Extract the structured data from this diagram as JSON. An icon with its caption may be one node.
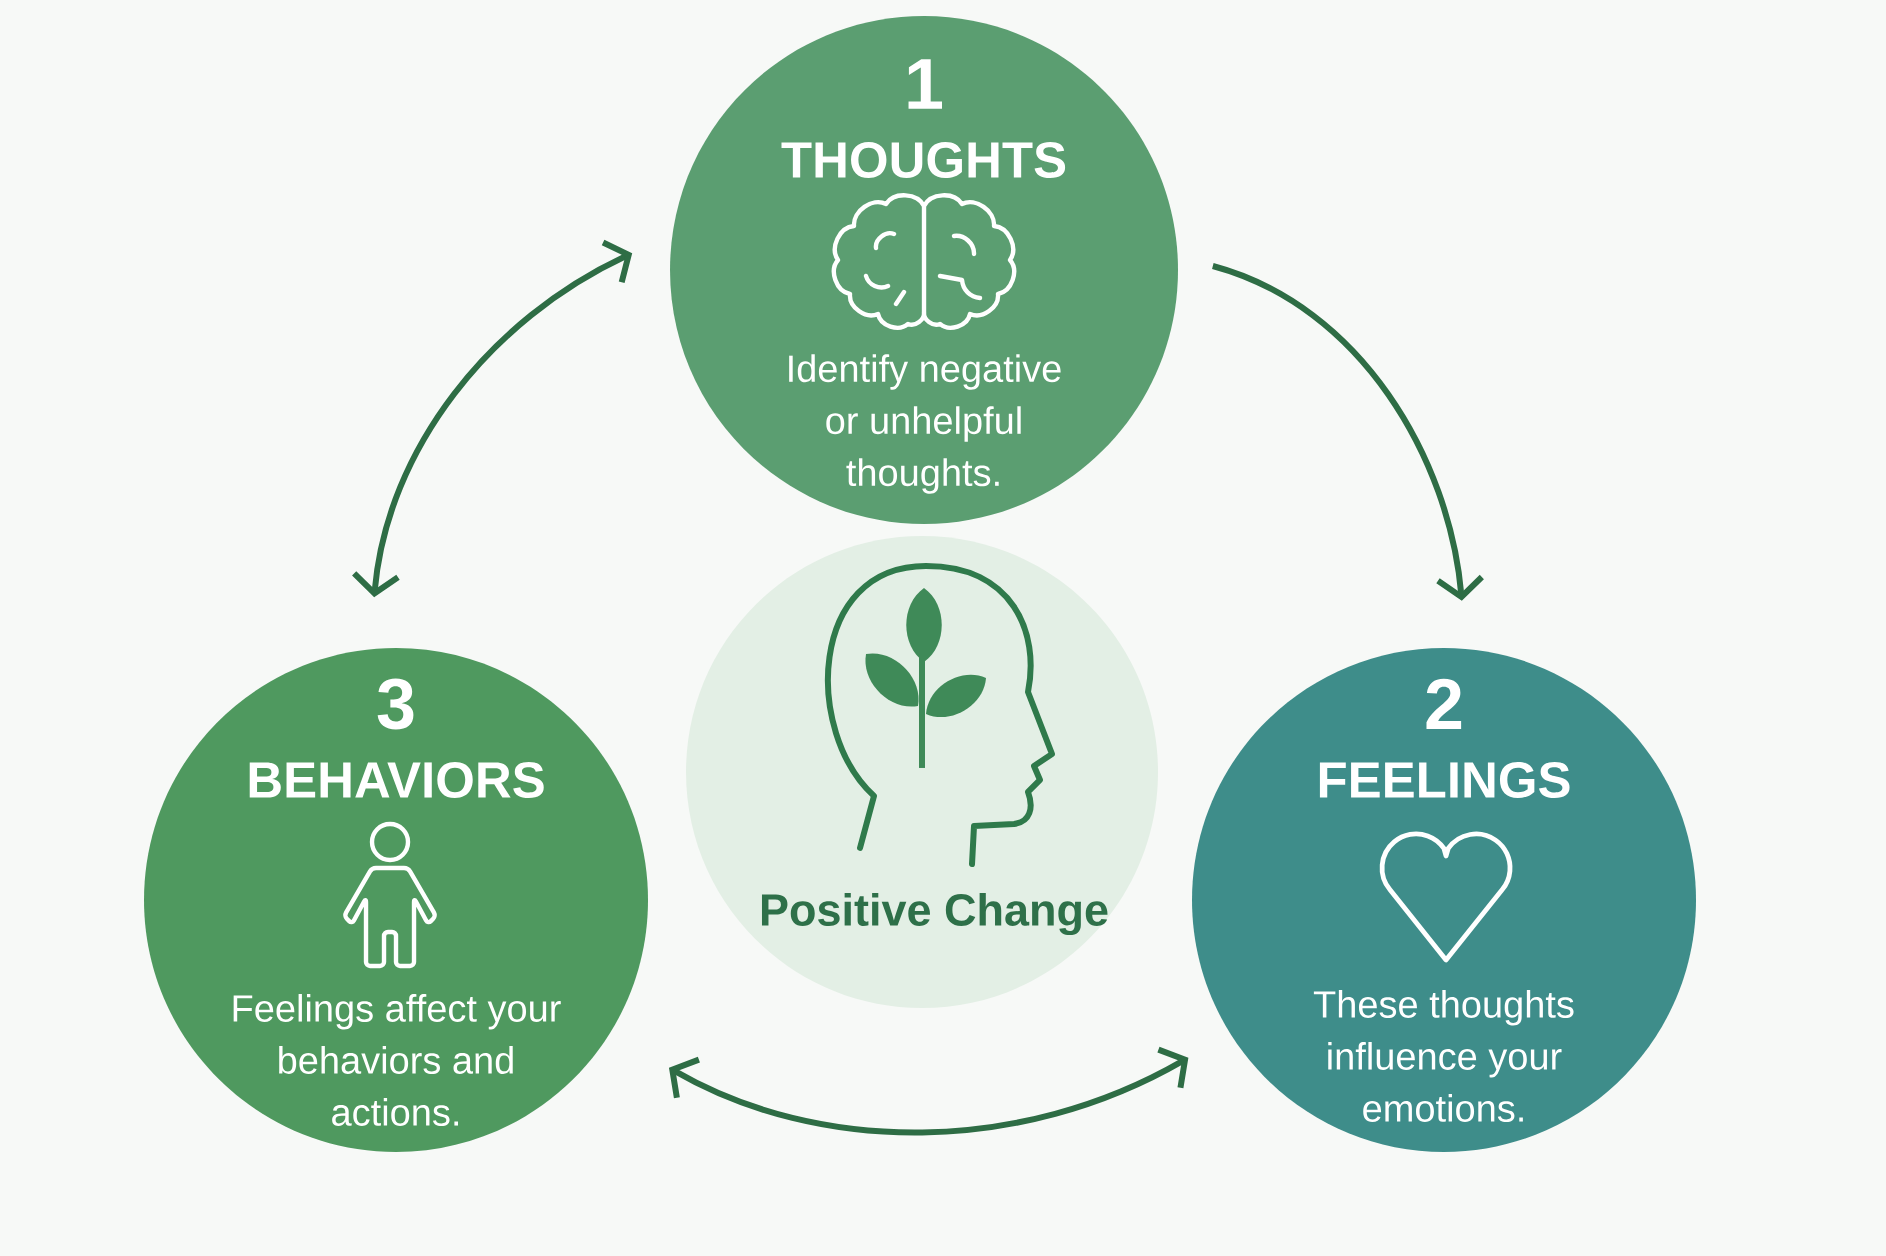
{
  "diagram": {
    "nodes": [
      {
        "text": [
          "1",
          "THOUGHTS",
          "Identify negative or unhelpful thoughts."
        ]
      },
      {
        "text": [
          "3",
          "BEHAVIORS",
          "Feelings affect your behaviors and actions."
        ]
      },
      {
        "text": [
          "Positive Change"
        ]
      },
      {
        "text": [
          "2",
          "FEELINGS",
          "These thoughts influence your emotions."
        ]
      }
    ],
    "edges": [
      {
        "from": 0,
        "to": 3,
        "arrow": "to"
      },
      {
        "from": 1,
        "to": 0,
        "arrow": "both"
      },
      {
        "from": 1,
        "to": 3,
        "arrow": "both"
      }
    ]
  }
}
